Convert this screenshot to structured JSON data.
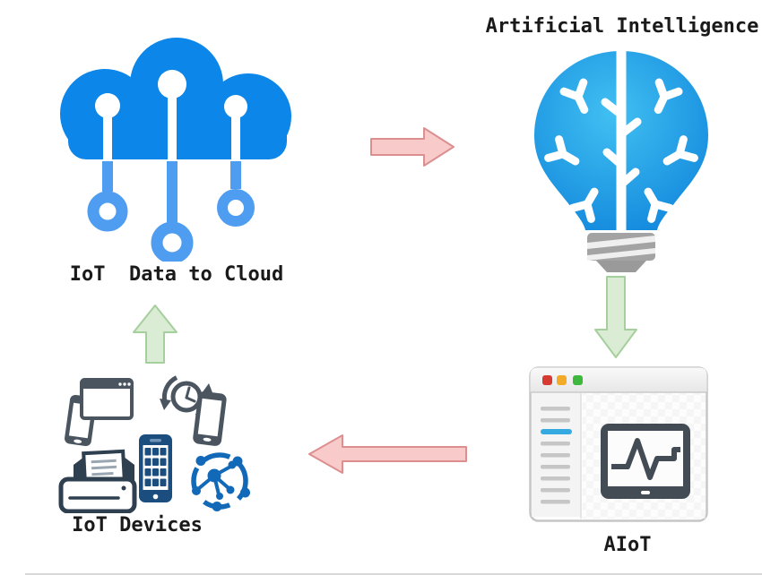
{
  "nodes": {
    "cloud": {
      "label": "IoT  Data to Cloud",
      "icon": "iot-cloud-circuit-icon",
      "cloud_blue": "#0d86e9",
      "stem_blue": "#4f9df1"
    },
    "ai": {
      "label": "Artificial Intelligence",
      "icon": "ai-brain-bulb-icon",
      "bulb_blue_center": "#41c0f2",
      "bulb_blue_edge": "#0d82da",
      "base_gray": "#a3a3a3"
    },
    "aiot": {
      "label": "AIoT",
      "icon": "aiot-monitor-window-icon",
      "traffic_lights": [
        "#d63a30",
        "#f3ab27",
        "#3db83d"
      ],
      "sidebar_highlight": "#35aae0",
      "screen_dark": "#434c55"
    },
    "devices": {
      "label": "IoT Devices",
      "icon": "iot-devices-cluster-icon",
      "device_gray": "#4a5560",
      "printer_navy": "#2e3f50",
      "phone_navy": "#1b4d7e",
      "network_blue": "#1269b8"
    }
  },
  "arrows": {
    "cloud_to_ai": {
      "direction": "right",
      "fill": "#f8caca",
      "stroke": "#dd8f8f"
    },
    "ai_to_aiot": {
      "direction": "down",
      "fill": "#daecd3",
      "stroke": "#a5cf9d"
    },
    "aiot_to_devices": {
      "direction": "left",
      "fill": "#f8caca",
      "stroke": "#dd8f8f"
    },
    "devices_to_cloud": {
      "direction": "up",
      "fill": "#daecd3",
      "stroke": "#a5cf9d"
    }
  }
}
